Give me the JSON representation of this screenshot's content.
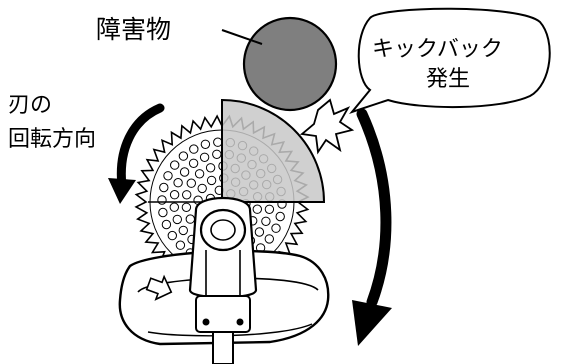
{
  "labels": {
    "obstacle": "障害物",
    "kickback_line1": "キックバック",
    "kickback_line2": "発生",
    "rotation_line1": "刃の",
    "rotation_line2": "回転方向"
  },
  "colors": {
    "obstacle_fill": "#7f7f7f",
    "danger_zone_fill": "#c8c8c8",
    "outline": "#000000"
  },
  "icons": [
    "rotation-arrow-icon",
    "kickback-arrow-icon",
    "impact-burst-icon"
  ]
}
